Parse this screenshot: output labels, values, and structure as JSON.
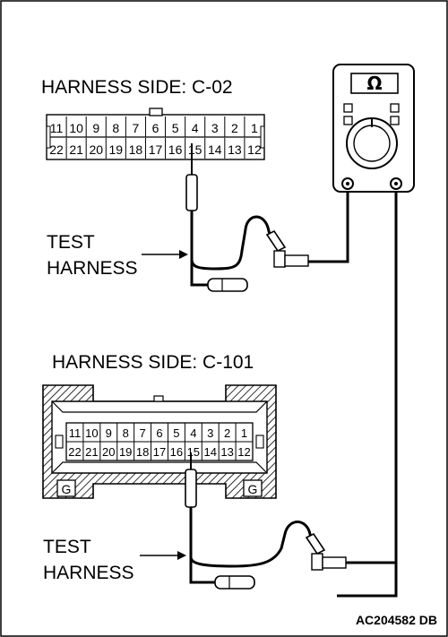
{
  "connector_top": {
    "label": "HARNESS SIDE: C-02",
    "row1": [
      "11",
      "10",
      "9",
      "8",
      "7",
      "6",
      "5",
      "4",
      "3",
      "2",
      "1"
    ],
    "row2": [
      "22",
      "21",
      "20",
      "19",
      "18",
      "17",
      "16",
      "15",
      "14",
      "13",
      "12"
    ]
  },
  "connector_bottom": {
    "label": "HARNESS SIDE: C-101",
    "row1": [
      "11",
      "10",
      "9",
      "8",
      "7",
      "6",
      "5",
      "4",
      "3",
      "2",
      "1"
    ],
    "row2": [
      "22",
      "21",
      "20",
      "19",
      "18",
      "17",
      "16",
      "15",
      "14",
      "13",
      "12"
    ],
    "ground_left": "G",
    "ground_right": "G"
  },
  "test_harness_top": {
    "line1": "TEST",
    "line2": "HARNESS"
  },
  "test_harness_bottom": {
    "line1": "TEST",
    "line2": "HARNESS"
  },
  "meter": {
    "symbol": "Ω"
  },
  "figure_code": "AC204582 DB",
  "colors": {
    "ink": "#000000",
    "background": "#ffffff",
    "hatch": "#000000"
  }
}
